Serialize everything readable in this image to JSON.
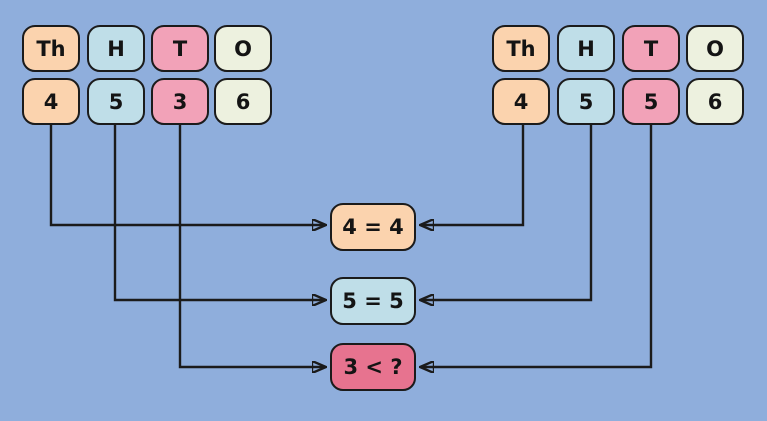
{
  "diagram": {
    "description": "place-value digit comparison",
    "place_headers": [
      "Th",
      "H",
      "T",
      "O"
    ],
    "left_number": {
      "digits": [
        "4",
        "5",
        "3",
        "6"
      ]
    },
    "right_number": {
      "digits": [
        "4",
        "5",
        "5",
        "6"
      ]
    },
    "comparisons": [
      "4 = 4",
      "5 = 5",
      "3 < ?"
    ]
  },
  "colors": {
    "background": "#8FAEDC",
    "thousands_fill": "#FBD3AE",
    "hundreds_fill": "#BFDEE8",
    "tens_fill": "#F2A2B8",
    "ones_fill": "#EDF1DF",
    "tens_result_fill": "#E7738F",
    "line_and_border": "#1b1b1b"
  }
}
